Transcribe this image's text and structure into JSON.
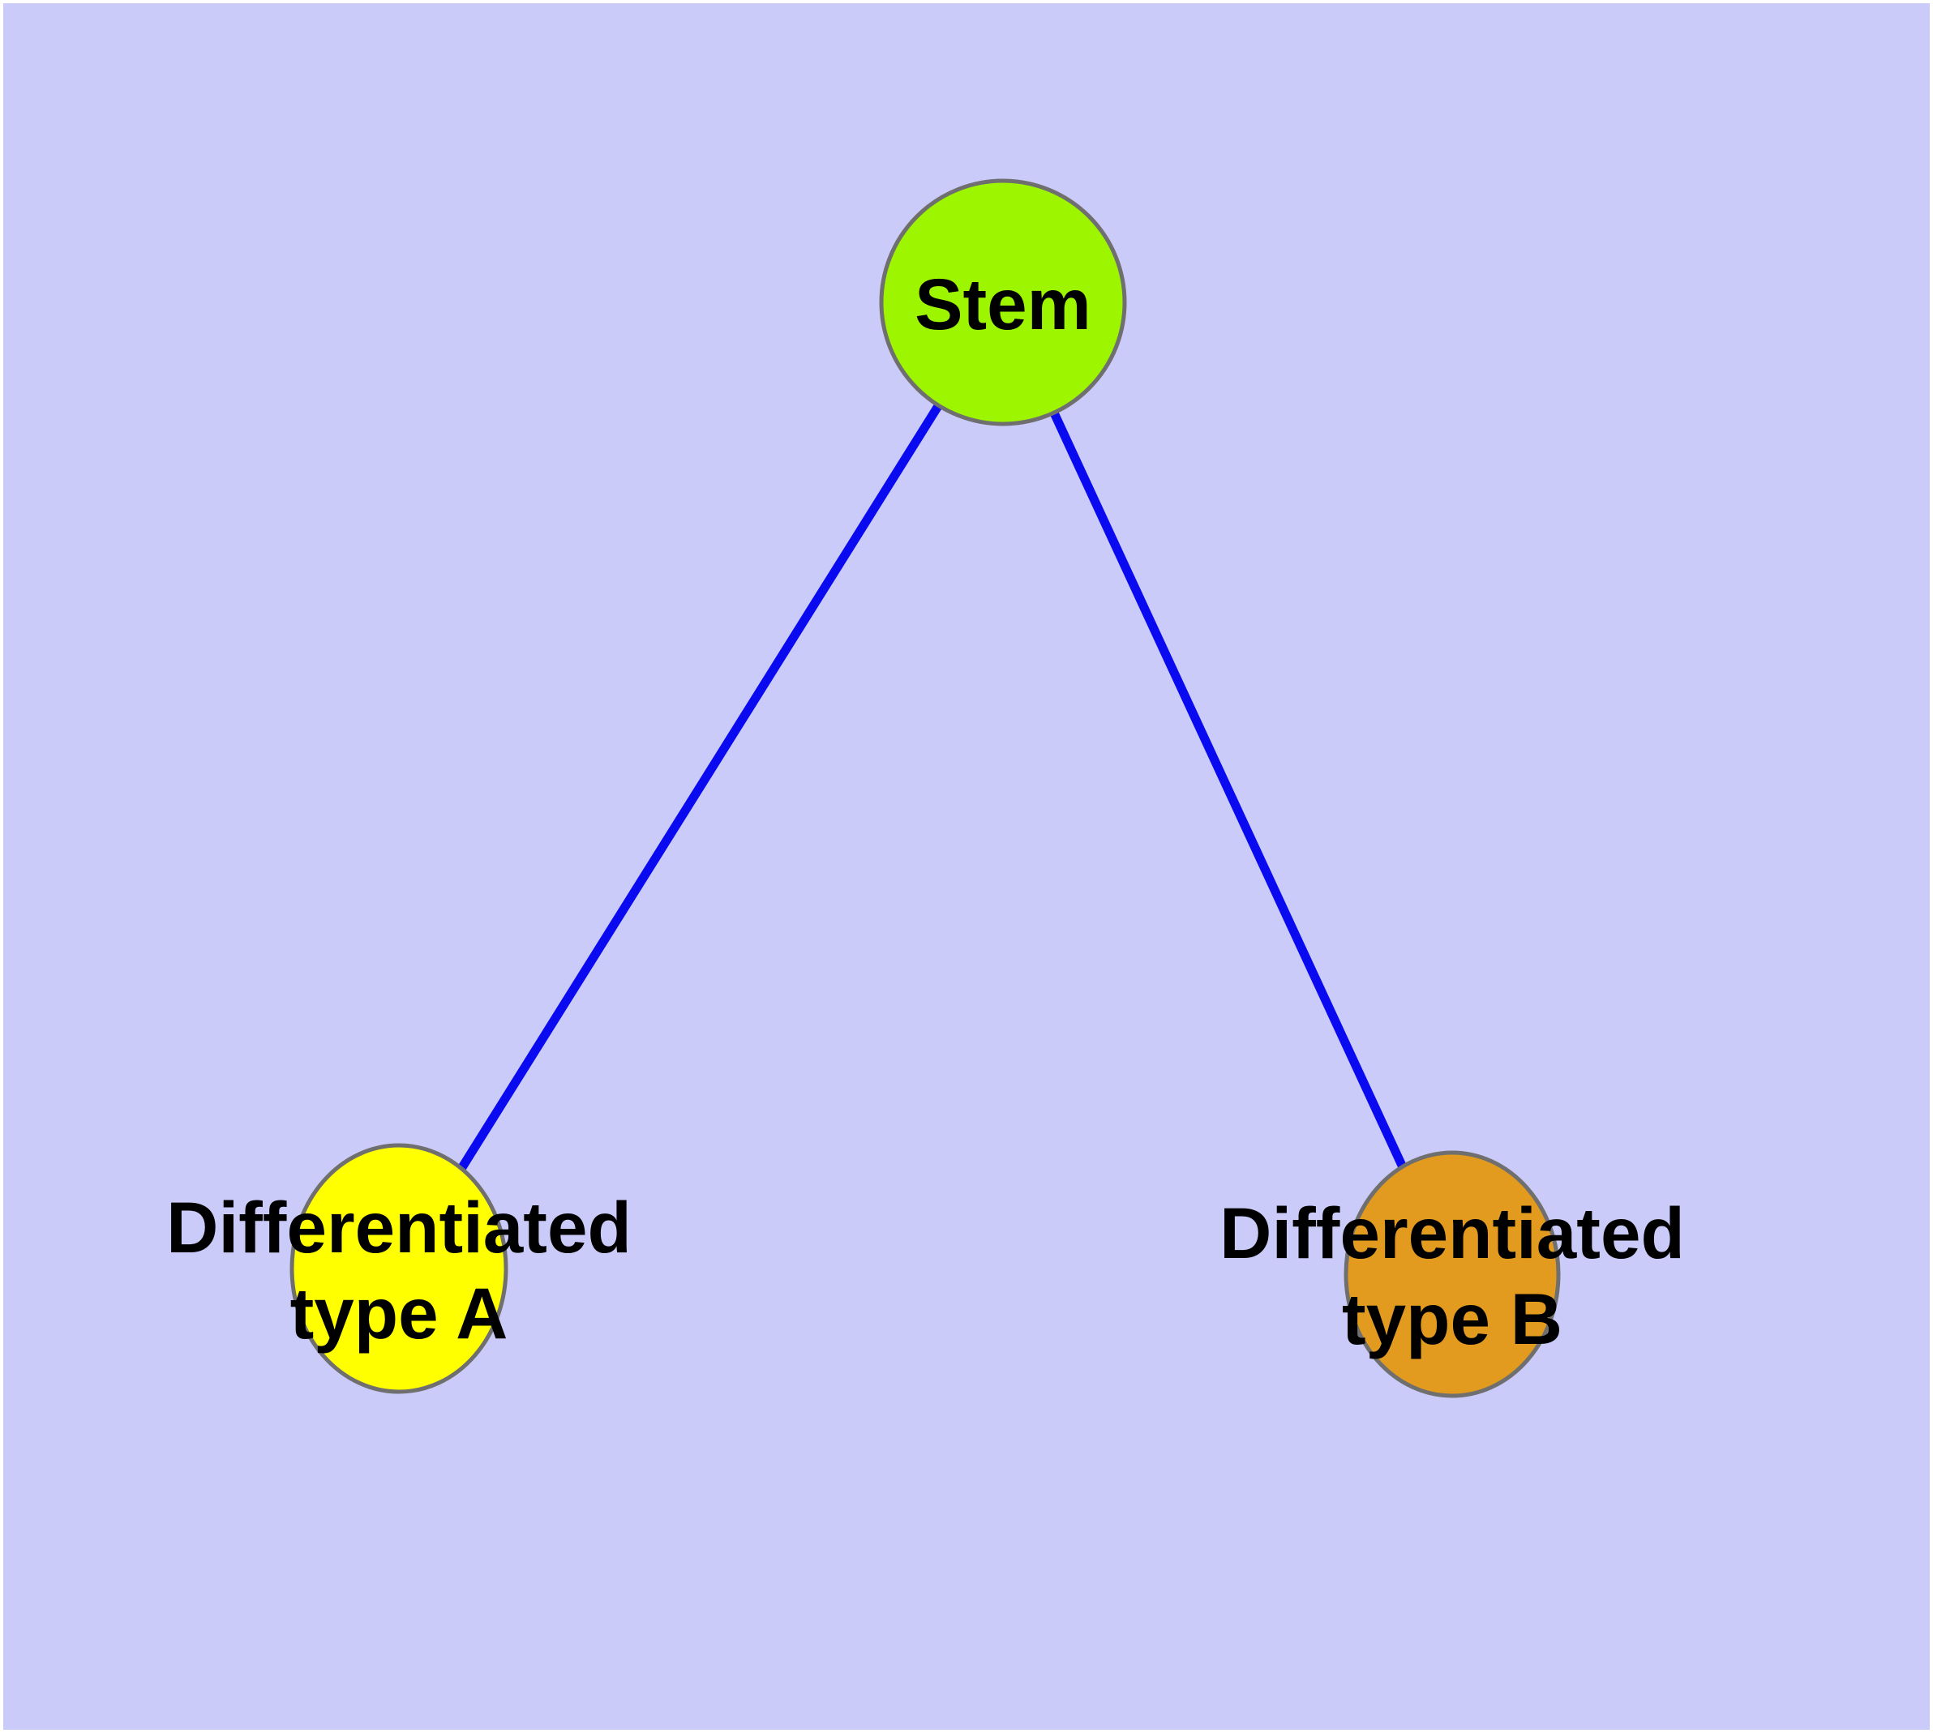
{
  "canvas": {
    "background": "#CBCBFA",
    "frame_color": "#FFFFFF"
  },
  "graph": {
    "type": "node-link-diagram",
    "edge_color": "#0A0AF0",
    "node_border_color": "#6F6F6F",
    "label_color": "#000000",
    "nodes": [
      {
        "id": "stem",
        "label_line1": "Stem",
        "label_line2": "",
        "fill": "#9DF500"
      },
      {
        "id": "type-a",
        "label_line1": "Differentiated",
        "label_line2": "type A",
        "fill": "#FFFF00"
      },
      {
        "id": "type-b",
        "label_line1": "Differentiated",
        "label_line2": "type B",
        "fill": "#E29B1E"
      }
    ],
    "edges": [
      {
        "from": "stem",
        "to": "type-a"
      },
      {
        "from": "stem",
        "to": "type-b"
      }
    ]
  }
}
